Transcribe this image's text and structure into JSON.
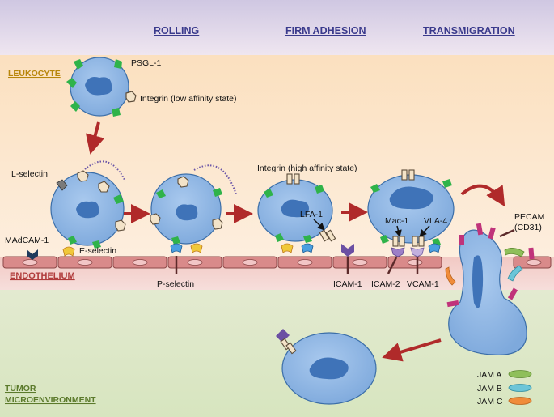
{
  "stages": {
    "rolling": "ROLLING",
    "firm_adhesion": "FIRM ADHESION",
    "transmigration": "TRANSMIGRATION"
  },
  "zones": {
    "leukocyte": "LEUKOCYTE",
    "endothelium": "ENDOTHELIUM",
    "tumor_line1": "TUMOR",
    "tumor_line2": "MICROENVIRONMENT"
  },
  "labels": {
    "psgl1": "PSGL-1",
    "integrin_low": "Integrin (low affinity state)",
    "l_selectin": "L-selectin",
    "e_selectin": "E-selectin",
    "madcam1": "MAdCAM-1",
    "p_selectin": "P-selectin",
    "integrin_high": "Integrin (high affinity state)",
    "lfa1": "LFA-1",
    "icam1": "ICAM-1",
    "mac1": "Mac-1",
    "vla4": "VLA-4",
    "icam2": "ICAM-2",
    "vcam1": "VCAM-1",
    "pecam_line1": "PECAM",
    "pecam_line2": "(CD31)"
  },
  "legend": [
    {
      "label": "JAM A",
      "color": "#8fbf5a"
    },
    {
      "label": "JAM B",
      "color": "#6cc5d8"
    },
    {
      "label": "JAM C",
      "color": "#f08c3a"
    }
  ],
  "colors": {
    "cell_fill": "#8cb6e6",
    "cell_stroke": "#3b6ea8",
    "nucleus": "#3f73b8",
    "arrow": "#b02a2a",
    "psgl1_green": "#2fb34a",
    "endothelial_cell": "#d98a8a"
  }
}
